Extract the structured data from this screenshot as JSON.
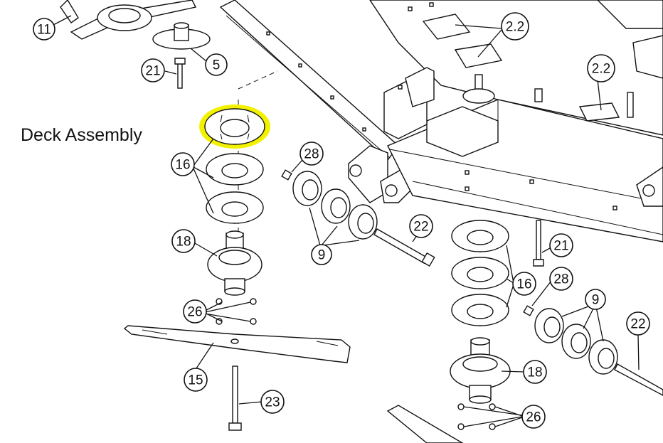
{
  "title": "Deck Assembly",
  "highlight_color": "#f2f200",
  "callouts": [
    {
      "id": "11",
      "label": "11"
    },
    {
      "id": "5",
      "label": "5"
    },
    {
      "id": "21a",
      "label": "21"
    },
    {
      "id": "2.2a",
      "label": "2.2"
    },
    {
      "id": "2.2b",
      "label": "2.2"
    },
    {
      "id": "28a",
      "label": "28"
    },
    {
      "id": "16a",
      "label": "16"
    },
    {
      "id": "18a",
      "label": "18"
    },
    {
      "id": "9a",
      "label": "9"
    },
    {
      "id": "22a",
      "label": "22"
    },
    {
      "id": "21b",
      "label": "21"
    },
    {
      "id": "28b",
      "label": "28"
    },
    {
      "id": "16b",
      "label": "16"
    },
    {
      "id": "9b",
      "label": "9"
    },
    {
      "id": "22b",
      "label": "22"
    },
    {
      "id": "26a",
      "label": "26"
    },
    {
      "id": "15",
      "label": "15"
    },
    {
      "id": "23",
      "label": "23"
    },
    {
      "id": "18b",
      "label": "18"
    },
    {
      "id": "26b",
      "label": "26"
    }
  ]
}
